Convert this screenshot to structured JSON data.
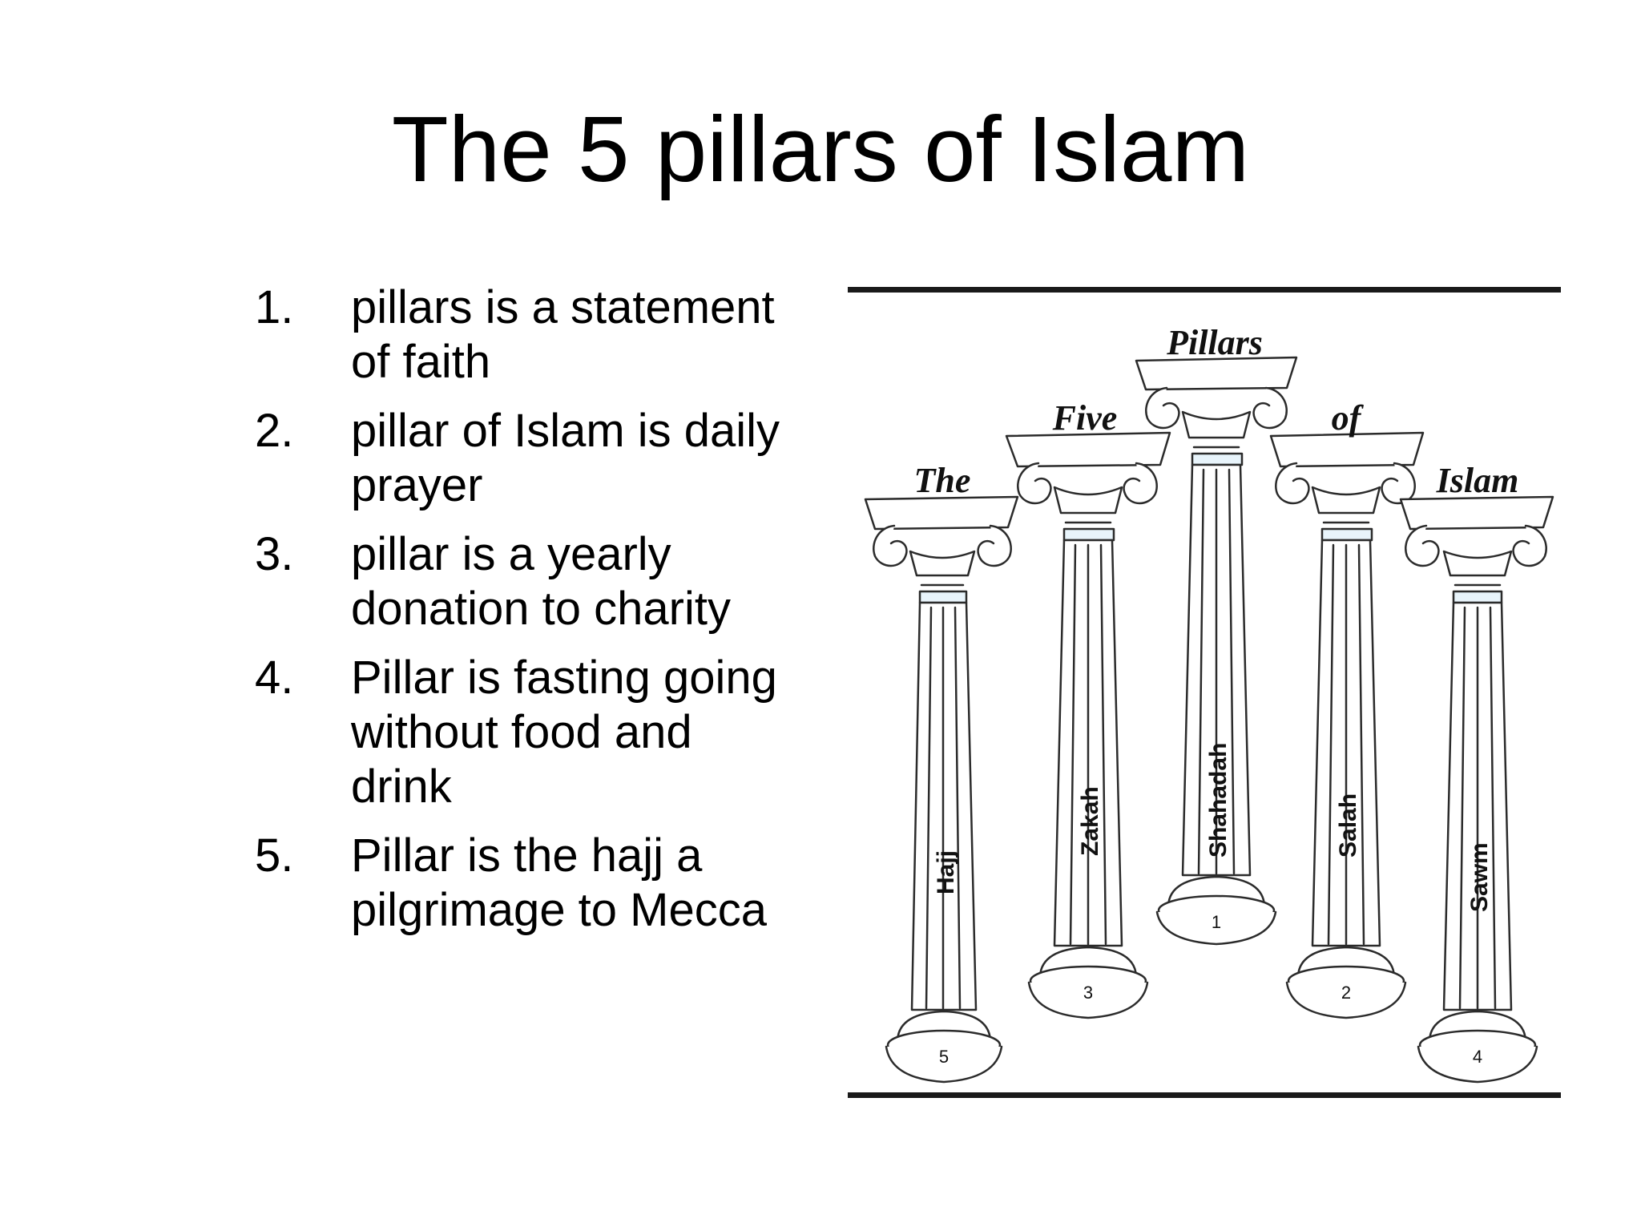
{
  "slide": {
    "title": "The 5 pillars of Islam",
    "items": [
      {
        "number": "1.",
        "text": "pillars is a statement of faith"
      },
      {
        "number": "2.",
        "text": "pillar of Islam is daily prayer"
      },
      {
        "number": "3.",
        "text": "pillar is a yearly donation to charity"
      },
      {
        "number": "4.",
        "text": "Pillar is fasting going without food and drink"
      },
      {
        "number": "5.",
        "text": "Pillar is the hajj a pilgrimage to Mecca"
      }
    ]
  },
  "illustration": {
    "banners": [
      "The",
      "Five",
      "Pillars",
      "of",
      "Islam"
    ],
    "pillars": [
      {
        "name": "Hajj",
        "number": "5"
      },
      {
        "name": "Zakah",
        "number": "3"
      },
      {
        "name": "Shahadah",
        "number": "1"
      },
      {
        "name": "Salah",
        "number": "2"
      },
      {
        "name": "Sawm",
        "number": "4"
      }
    ]
  }
}
